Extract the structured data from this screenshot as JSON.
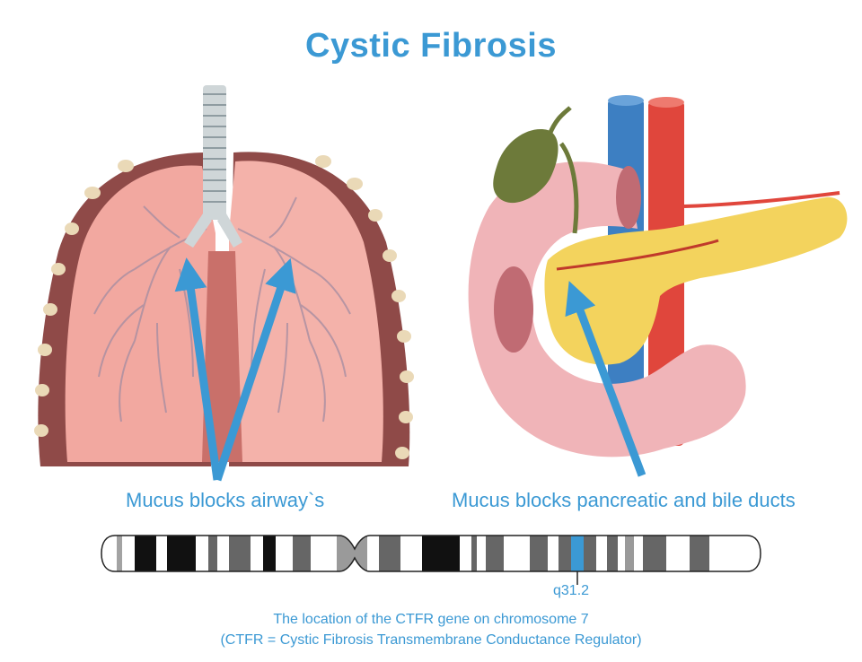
{
  "title": "Cystic Fibrosis",
  "captions": {
    "lungs": "Mucus blocks airway`s",
    "pancreas": "Mucus blocks pancreatic and bile ducts"
  },
  "chromosome": {
    "band_label": "q31.2",
    "note_line1": "The location of the CTFR gene on chromosome 7",
    "note_line2": "(CTFR = Cystic Fibrosis Transmembrane Conductance Regulator)",
    "highlight_color": "#3b99d4"
  },
  "colors": {
    "accent": "#3b99d4",
    "lung": "#f2a8a0",
    "pleura": "#8f4a48",
    "pancreas": "#f3d35d",
    "gallbladder": "#6d7a3a",
    "artery": "#e0463c",
    "vein": "#3d7fc2"
  }
}
